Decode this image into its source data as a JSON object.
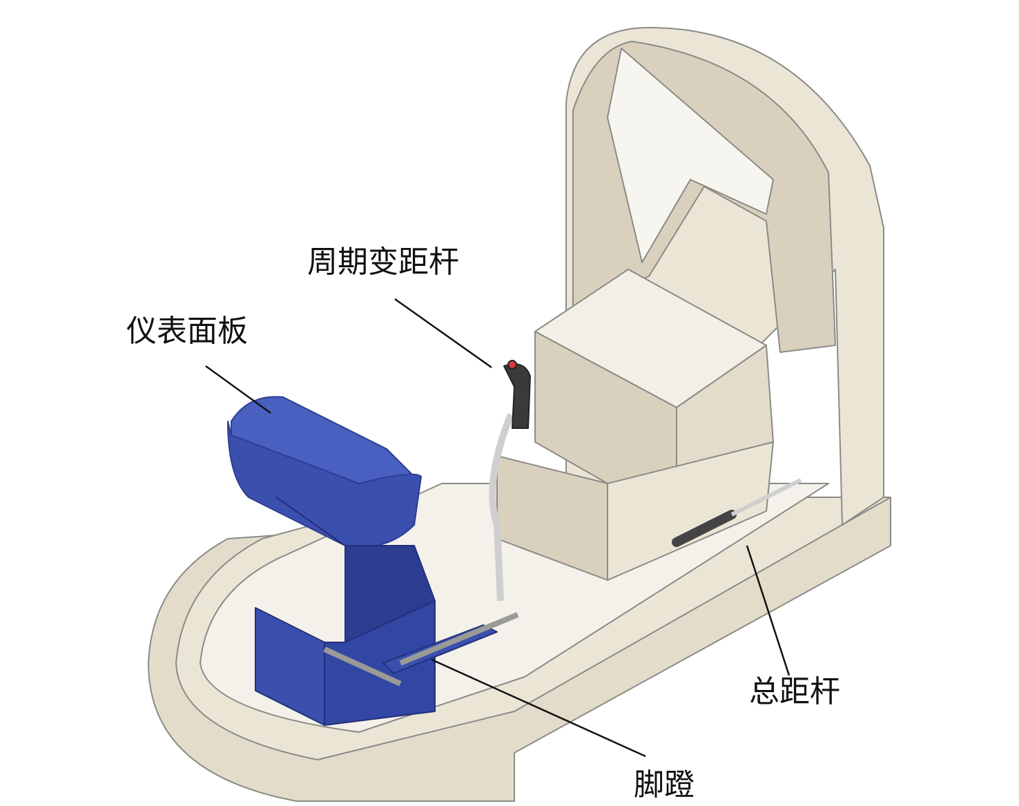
{
  "labels": {
    "cyclic_stick": "周期变距杆",
    "instrument_panel": "仪表面板",
    "collective_stick": "总距杆",
    "pedals": "脚蹬"
  },
  "colors": {
    "body": "#ebe5d6",
    "body_shade": "#d9d1bd",
    "outline": "#8a8a86",
    "panel": "#3a4fae",
    "panel_dark": "#2c3d92",
    "stick": "#3a3a3a",
    "stick_button": "#d83a3a"
  }
}
